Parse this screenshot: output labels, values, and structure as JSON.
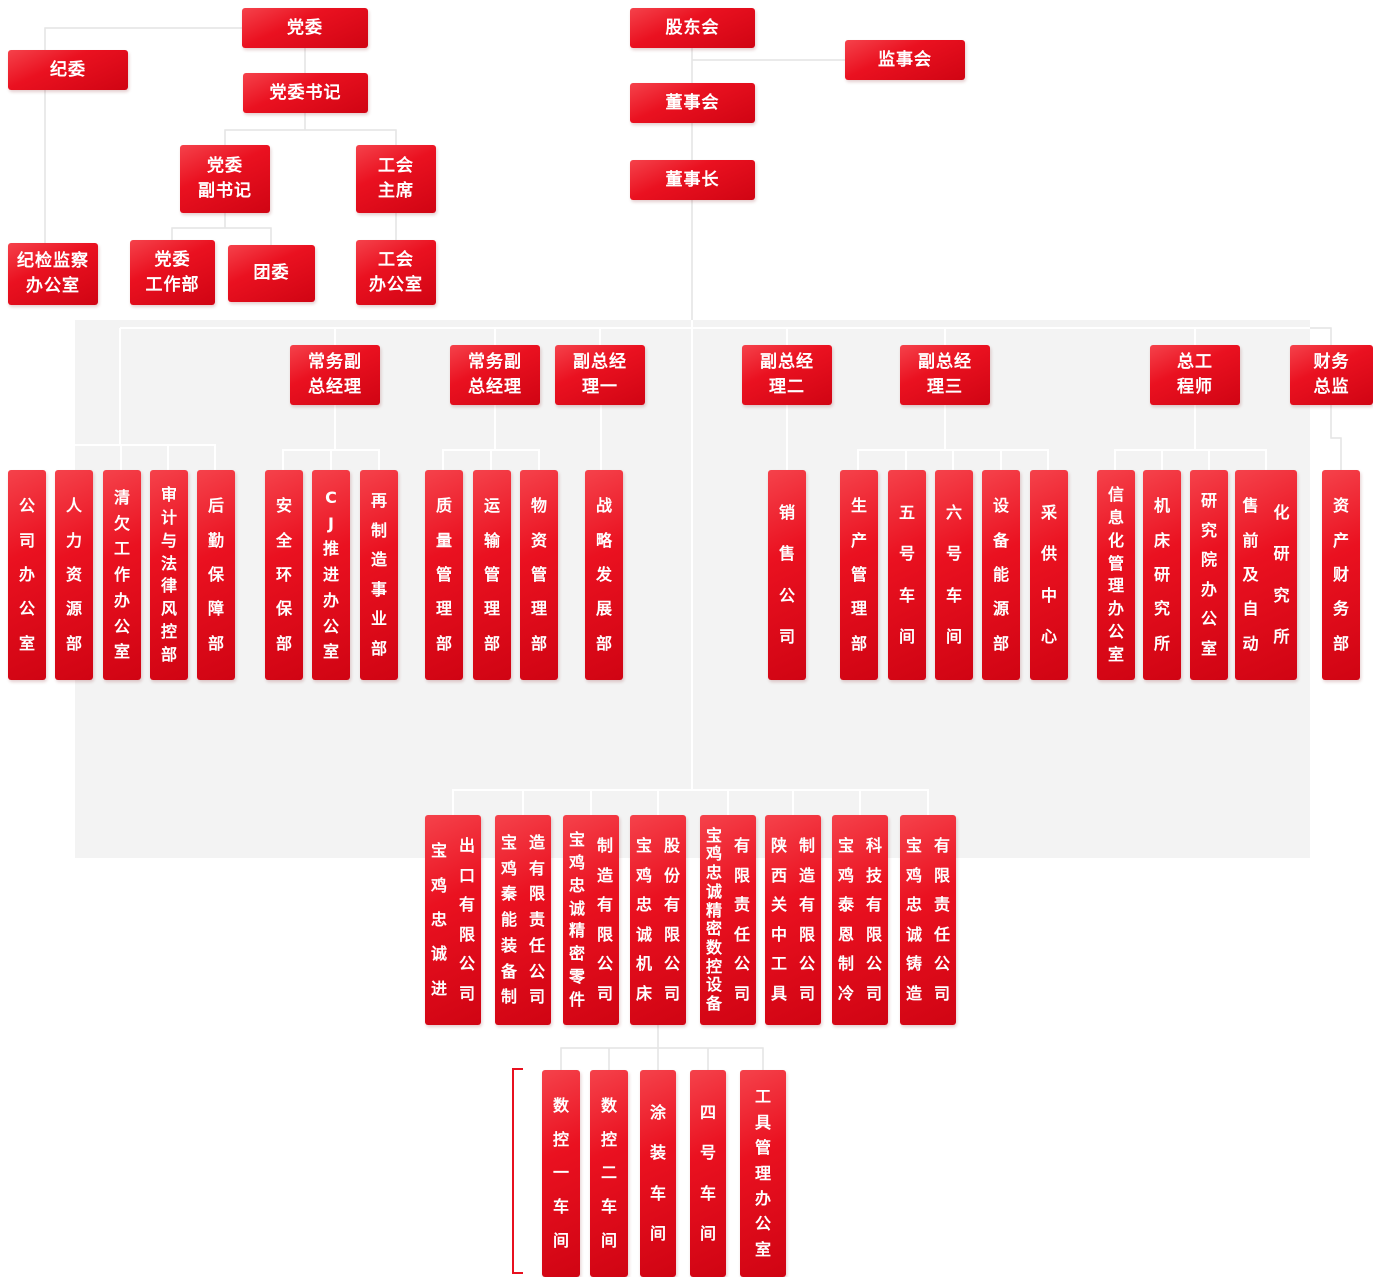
{
  "colors": {
    "node_red": "#ea1120",
    "node_red_dark": "#d00413",
    "panel_gray": "#f3f3f3",
    "line_gray": "#e4e4e4",
    "line_white": "#ffffff"
  },
  "governance": {
    "party_committee": "党委",
    "discipline_committee": "纪委",
    "party_secretary": "党委书记",
    "deputy_party_secretary": "党委\n副书记",
    "union_chairman": "工会\n主席",
    "discipline_inspection_office": "纪检监察\n办公室",
    "party_work_dept": "党委\n工作部",
    "youth_league": "团委",
    "union_office": "工会\n办公室",
    "shareholders_meeting": "股东会",
    "supervisory_board": "监事会",
    "board_of_directors": "董事会",
    "chairman": "董事长"
  },
  "executives": [
    {
      "label": "常务副\n总经理"
    },
    {
      "label": "常务副\n总经理"
    },
    {
      "label": "副总经\n理一"
    },
    {
      "label": "副总经\n理二"
    },
    {
      "label": "副总经\n理三"
    },
    {
      "label": "总工\n程师"
    },
    {
      "label": "财务\n总监"
    }
  ],
  "departments": [
    {
      "label": "公司办公室"
    },
    {
      "label": "人力资源部"
    },
    {
      "label": "清欠工作办公室"
    },
    {
      "label": "审计与法律风控部"
    },
    {
      "label": "后勤保障部"
    },
    {
      "label": "安全环保部"
    },
    {
      "label": "CJ推进办公室"
    },
    {
      "label": "再制造事业部"
    },
    {
      "label": "质量管理部"
    },
    {
      "label": "运输管理部"
    },
    {
      "label": "物资管理部"
    },
    {
      "label": "战略发展部"
    },
    {
      "label": "销售公司"
    },
    {
      "label": "生产管理部"
    },
    {
      "label": "五号车间"
    },
    {
      "label": "六号车间"
    },
    {
      "label": "设备能源部"
    },
    {
      "label": "采供中心"
    },
    {
      "label": "信息化管理办公室"
    },
    {
      "label": "机床研究所"
    },
    {
      "label": "研究院办公室"
    },
    {
      "label": "售前及自动化研究所",
      "col1": "售前及自动",
      "col2": "化研究所"
    },
    {
      "label": "资产财务部"
    }
  ],
  "subsidiaries": [
    {
      "name": "宝鸡忠诚进出口有限公司",
      "col1": "宝鸡忠诚进",
      "col2": "出口有限公司"
    },
    {
      "name": "宝鸡秦能装备制造有限责任公司",
      "col1": "宝鸡秦能装备制",
      "col2": "造有限责任公司"
    },
    {
      "name": "宝鸡忠诚精密零件制造有限公司",
      "col1": "宝鸡忠诚精密零件",
      "col2": "制造有限公司"
    },
    {
      "name": "宝鸡忠诚机床股份有限公司",
      "col1": "宝鸡忠诚机床",
      "col2": "股份有限公司"
    },
    {
      "name": "宝鸡忠诚精密数控设备有限责任公司",
      "col1": "宝鸡忠诚精密数控设备",
      "col2": "有限责任公司"
    },
    {
      "name": "陕西关中工具制造有限公司",
      "col1": "陕西关中工具",
      "col2": "制造有限公司"
    },
    {
      "name": "宝鸡泰恩制冷科技有限公司",
      "col1": "宝鸡泰恩制冷",
      "col2": "科技有限公司"
    },
    {
      "name": "宝鸡忠诚铸造有限责任公司",
      "col1": "宝鸡忠诚铸造",
      "col2": "有限责任公司"
    }
  ],
  "workshops": [
    {
      "label": "数控一车间"
    },
    {
      "label": "数控二车间"
    },
    {
      "label": "涂装车间"
    },
    {
      "label": "四号车间"
    },
    {
      "label": "工具管理办公室"
    }
  ]
}
